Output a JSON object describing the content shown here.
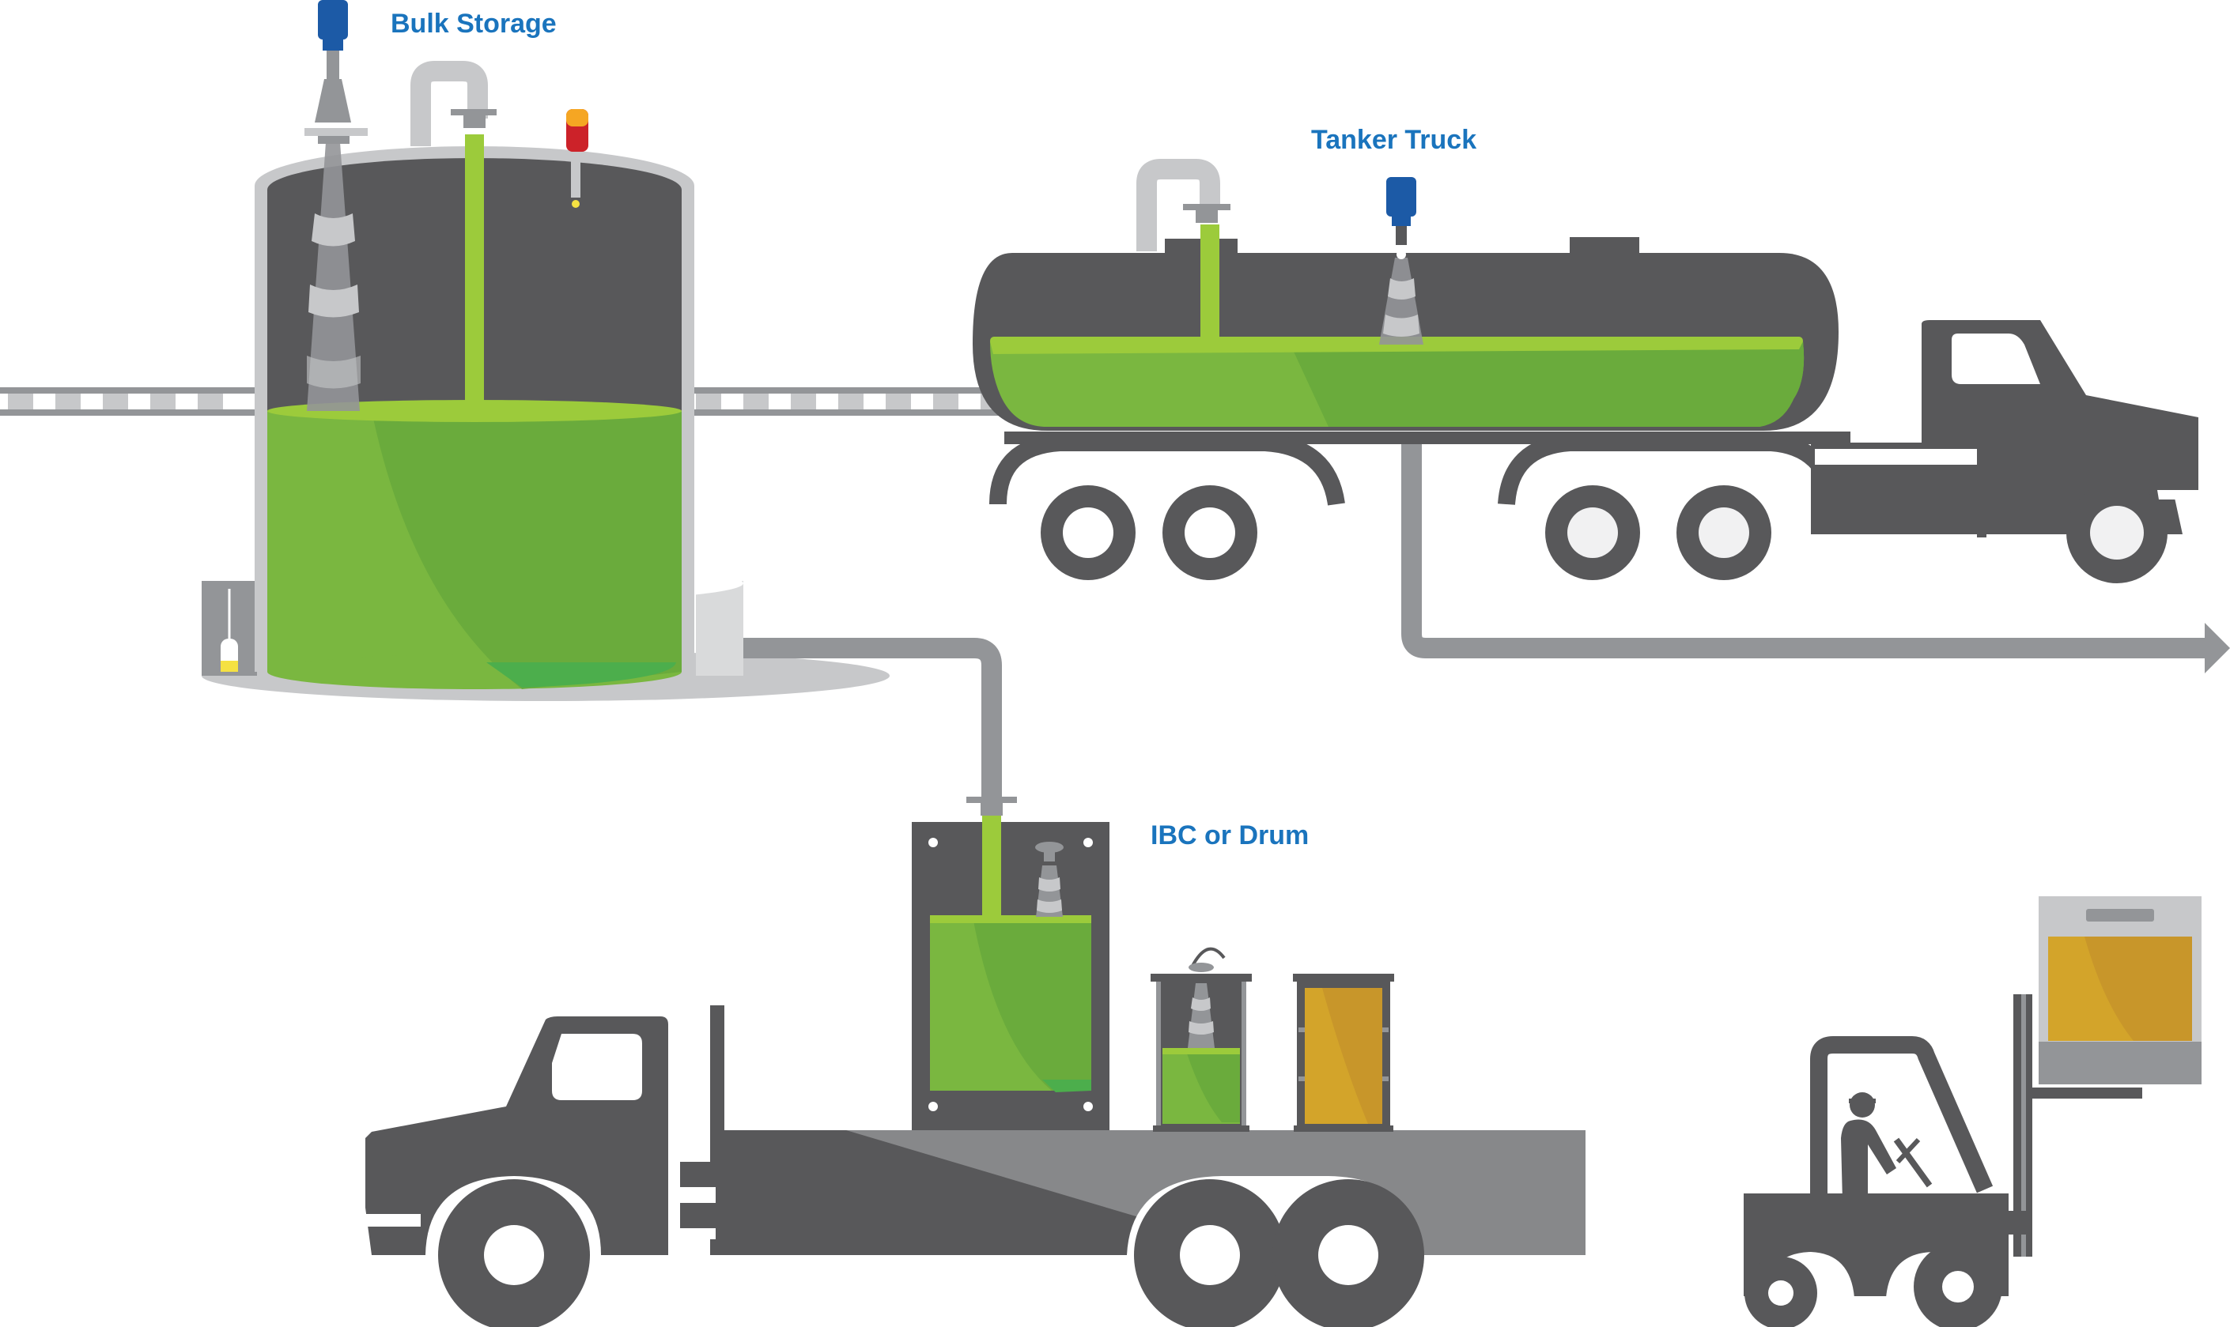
{
  "labels": {
    "bulk_storage": "Bulk Storage",
    "tanker_truck": "Tanker Truck",
    "ibc_or_drum": "IBC or Drum"
  },
  "colors": {
    "label": "#1a74bd",
    "dark_gray": "#58585a",
    "mid_gray": "#939598",
    "light_gray": "#c7c8ca",
    "liquid_green": "#7ab740",
    "liquid_green_dark": "#6aab3c",
    "liquid_green_light": "#9ccb3b",
    "liquid_bright": "#4cae4c",
    "sensor_blue": "#1c5aa6",
    "amber": "#d3a42a",
    "beacon_red": "#cc2229",
    "beacon_orange": "#f5a623"
  }
}
